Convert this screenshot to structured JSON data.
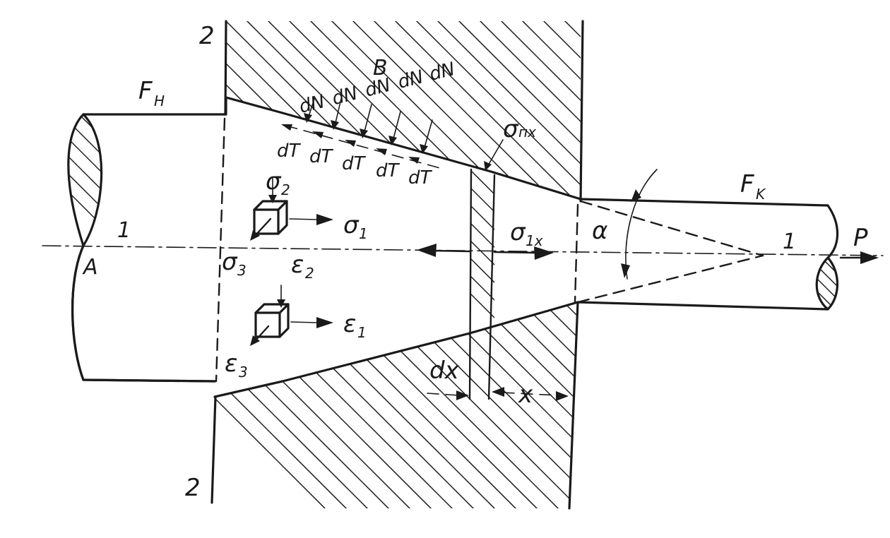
{
  "labels": {
    "section_top": "2",
    "section_bottom": "2",
    "region_b": "B",
    "f_initial": "F",
    "f_initial_sub": "H",
    "f_final": "F",
    "f_final_sub": "K",
    "point_a": "A",
    "axis_left": "1",
    "axis_right": "1",
    "force_p": "P",
    "alpha": "α",
    "dN": "dN",
    "dT": "dT",
    "sigma_nx": "σ",
    "sigma_nx_sub": "пx",
    "sigma_1x": "σ",
    "sigma_1x_sub": "1x",
    "sigma1": "σ",
    "sigma1_sub": "1",
    "sigma2": "σ",
    "sigma2_sub": "2",
    "sigma3": "σ",
    "sigma3_sub": "3",
    "eps1": "ε",
    "eps1_sub": "1",
    "eps2": "ε",
    "eps2_sub": "2",
    "eps3": "ε",
    "eps3_sub": "3",
    "dx": "dx",
    "x": "x"
  }
}
